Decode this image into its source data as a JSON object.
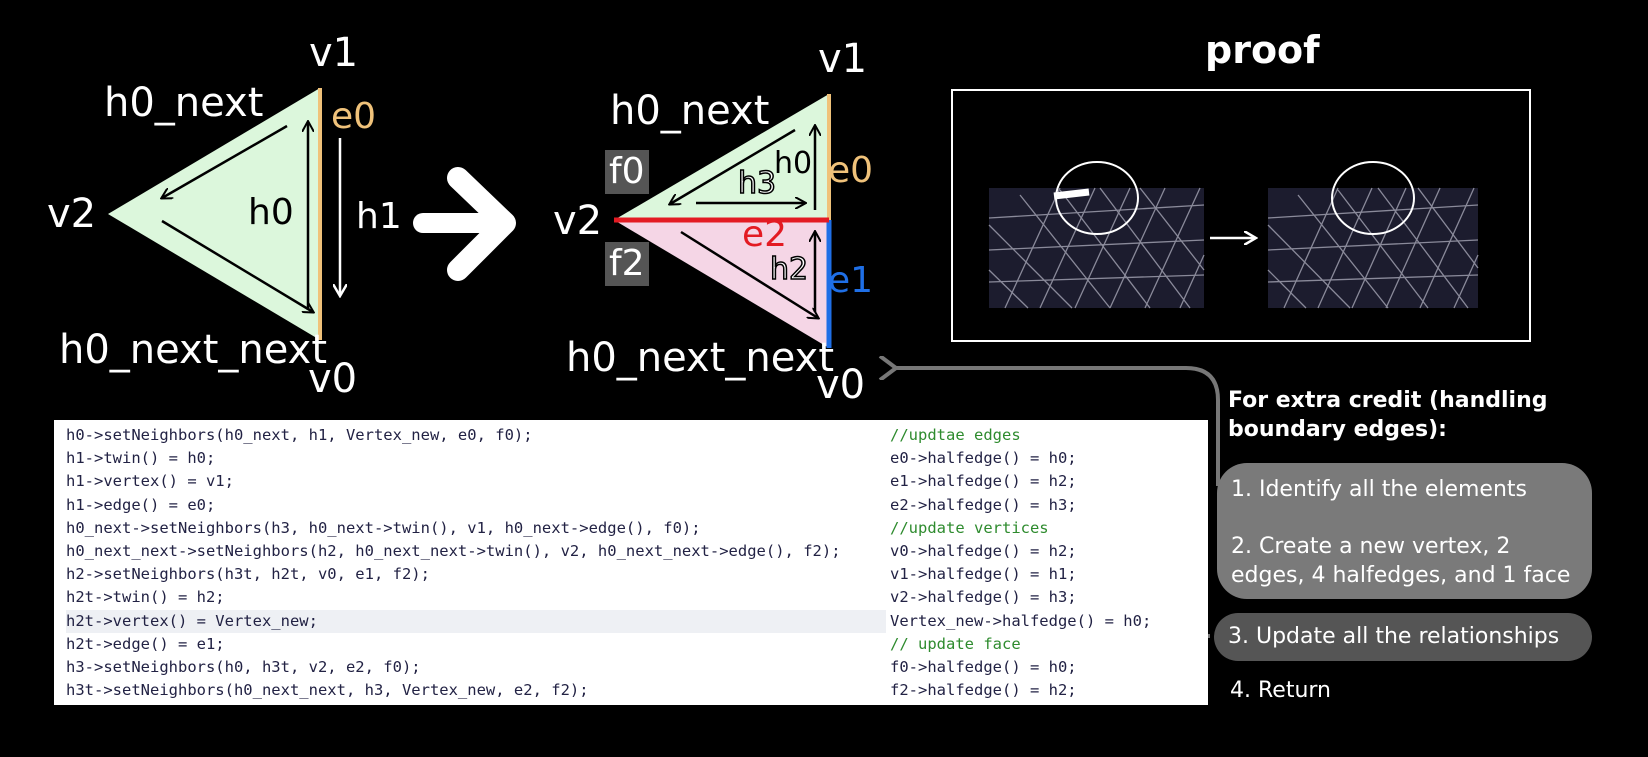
{
  "left_diagram": {
    "v1": "v1",
    "v2": "v2",
    "v0": "v0",
    "h0_next": "h0_next",
    "h0_next_next": "h0_next_next",
    "h0": "h0",
    "h1": "h1",
    "e0": "e0"
  },
  "right_diagram": {
    "v1": "v1",
    "v2": "v2",
    "v0": "v0",
    "h0_next": "h0_next",
    "h0_next_next": "h0_next_next",
    "f0": "f0",
    "f2": "f2",
    "h0": "h0",
    "h3": "h3",
    "h2": "h2",
    "e0": "e0",
    "e1": "e1",
    "e2": "e2"
  },
  "colors": {
    "green_face": "#dcf7dc",
    "pink_face": "#f5d6e6",
    "e0": "#f0c27a",
    "e1": "#1f6fe6",
    "e2": "#e31b23"
  },
  "proof": {
    "title": "proof"
  },
  "code": {
    "left": [
      "h0->setNeighbors(h0_next, h1, Vertex_new, e0, f0);",
      "h1->twin() = h0;",
      "h1->vertex() = v1;",
      "h1->edge() = e0;",
      "h0_next->setNeighbors(h3, h0_next->twin(), v1, h0_next->edge(), f0);",
      "h0_next_next->setNeighbors(h2, h0_next_next->twin(), v2, h0_next_next->edge(), f2);",
      "h2->setNeighbors(h3t, h2t, v0, e1, f2);",
      "h2t->twin() = h2;",
      "h2t->vertex() = Vertex_new;",
      "h2t->edge() = e1;",
      "h3->setNeighbors(h0, h3t, v2, e2, f0);",
      "h3t->setNeighbors(h0_next_next, h3, Vertex_new, e2, f2);"
    ],
    "right": [
      "//updtae edges",
      "e0->halfedge() = h0;",
      "e1->halfedge() = h2;",
      "e2->halfedge() = h3;",
      "//update vertices",
      "v0->halfedge() = h2;",
      "v1->halfedge() = h1;",
      "v2->halfedge() = h3;",
      "Vertex_new->halfedge() = h0;",
      "// update face",
      "f0->halfedge() = h0;",
      "f2->halfedge() = h2;"
    ]
  },
  "extra_credit": {
    "title": "For extra credit (handling boundary edges):",
    "step1": "1. Identify all the elements",
    "step2": "2. Create a new vertex, 2 edges, 4 halfedges, and 1 face",
    "step3": "3. Update all the relationships",
    "step4": "4. Return"
  }
}
